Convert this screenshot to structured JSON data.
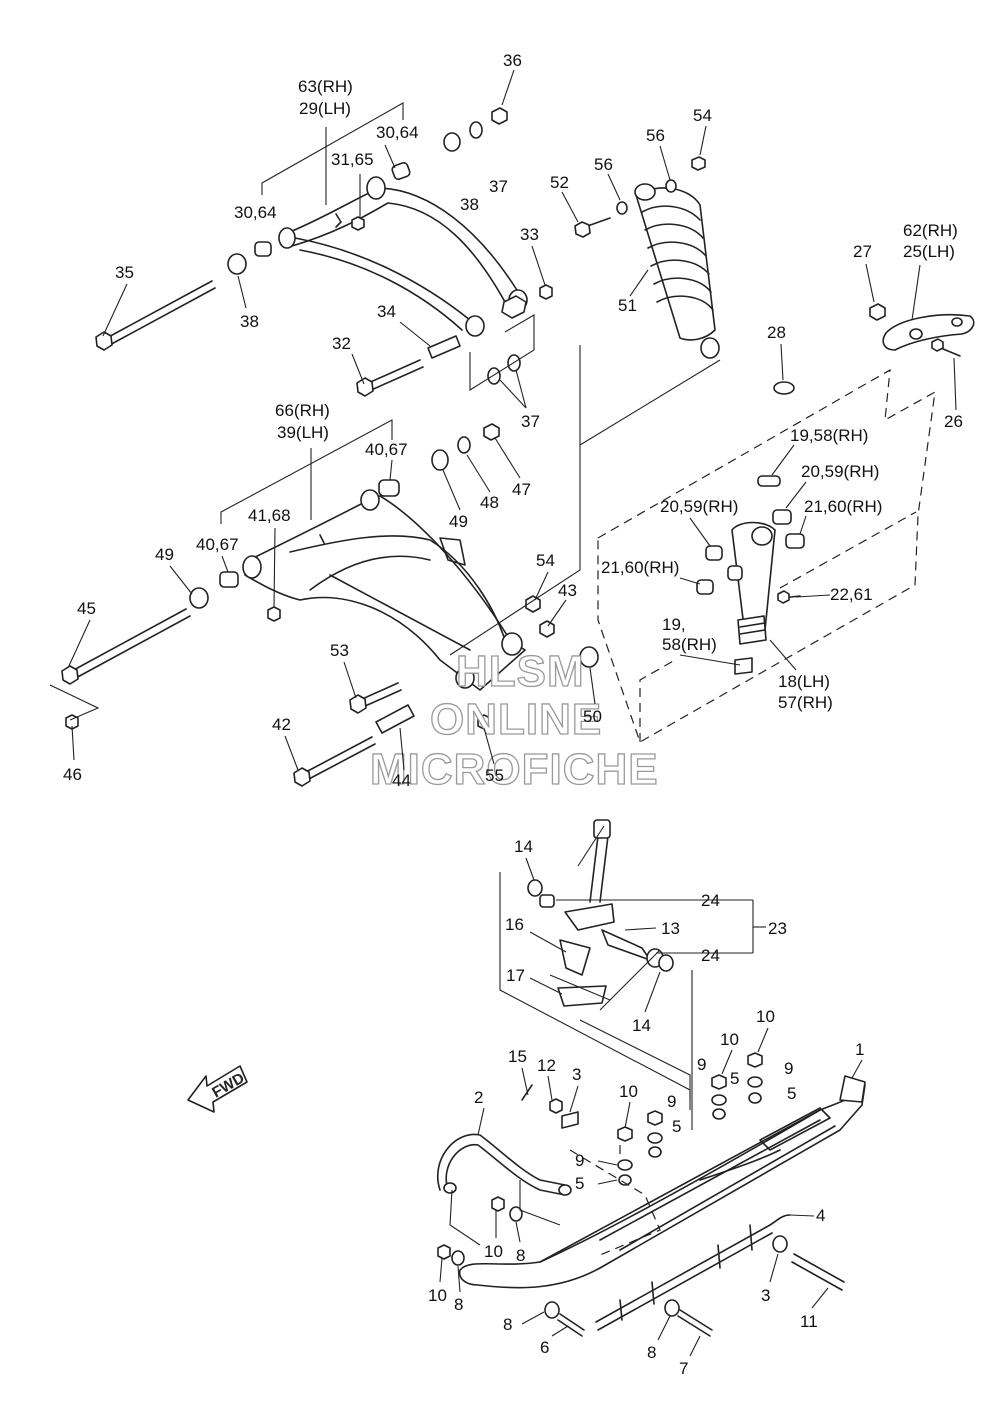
{
  "watermark": {
    "line1": "HLSM",
    "line2": "ONLINE",
    "line3": "MICROFICHE"
  },
  "direction": {
    "label": "FWD",
    "icon": "fwd-arrow-icon"
  },
  "callouts": [
    {
      "id": "c36",
      "text": "36"
    },
    {
      "id": "c63",
      "text": "63(RH)"
    },
    {
      "id": "c29",
      "text": "29(LH)"
    },
    {
      "id": "c3064a",
      "text": "30,64"
    },
    {
      "id": "c3165",
      "text": "31,65"
    },
    {
      "id": "c3064b",
      "text": "30,64"
    },
    {
      "id": "c38a",
      "text": "38"
    },
    {
      "id": "c37a",
      "text": "37"
    },
    {
      "id": "c54a",
      "text": "54"
    },
    {
      "id": "c56a",
      "text": "56"
    },
    {
      "id": "c56b",
      "text": "56"
    },
    {
      "id": "c52",
      "text": "52"
    },
    {
      "id": "c33",
      "text": "33"
    },
    {
      "id": "c35",
      "text": "35"
    },
    {
      "id": "c38b",
      "text": "38"
    },
    {
      "id": "c34",
      "text": "34"
    },
    {
      "id": "c32",
      "text": "32"
    },
    {
      "id": "c51",
      "text": "51"
    },
    {
      "id": "c37b",
      "text": "37"
    },
    {
      "id": "c27",
      "text": "27"
    },
    {
      "id": "c62",
      "text": "62(RH)"
    },
    {
      "id": "c25",
      "text": "25(LH)"
    },
    {
      "id": "c28",
      "text": "28"
    },
    {
      "id": "c26",
      "text": "26"
    },
    {
      "id": "c66",
      "text": "66(RH)"
    },
    {
      "id": "c39",
      "text": "39(LH)"
    },
    {
      "id": "c4067a",
      "text": "40,67"
    },
    {
      "id": "c1958a",
      "text": "19,58(RH)"
    },
    {
      "id": "c2059a",
      "text": "20,59(RH)"
    },
    {
      "id": "c47",
      "text": "47"
    },
    {
      "id": "c48",
      "text": "48"
    },
    {
      "id": "c49a",
      "text": "49"
    },
    {
      "id": "c2059b",
      "text": "20,59(RH)"
    },
    {
      "id": "c2160a",
      "text": "21,60(RH)"
    },
    {
      "id": "c4168",
      "text": "41,68"
    },
    {
      "id": "c4067b",
      "text": "40,67"
    },
    {
      "id": "c49b",
      "text": "49"
    },
    {
      "id": "c2160b",
      "text": "21,60(RH)"
    },
    {
      "id": "c54b",
      "text": "54"
    },
    {
      "id": "c43",
      "text": "43"
    },
    {
      "id": "c2261",
      "text": "22,61"
    },
    {
      "id": "c45",
      "text": "45"
    },
    {
      "id": "c19b",
      "text": "19,"
    },
    {
      "id": "c58b",
      "text": "58(RH)"
    },
    {
      "id": "c53",
      "text": "53"
    },
    {
      "id": "c18",
      "text": "18(LH)"
    },
    {
      "id": "c57",
      "text": "57(RH)"
    },
    {
      "id": "c50",
      "text": "50"
    },
    {
      "id": "c42",
      "text": "42"
    },
    {
      "id": "c46",
      "text": "46"
    },
    {
      "id": "c44",
      "text": "44"
    },
    {
      "id": "c55",
      "text": "55"
    },
    {
      "id": "c14a",
      "text": "14"
    },
    {
      "id": "c24a",
      "text": "24"
    },
    {
      "id": "c16",
      "text": "16"
    },
    {
      "id": "c13",
      "text": "13"
    },
    {
      "id": "c23",
      "text": "23"
    },
    {
      "id": "c24b",
      "text": "24"
    },
    {
      "id": "c17",
      "text": "17"
    },
    {
      "id": "c14b",
      "text": "14"
    },
    {
      "id": "c10a",
      "text": "10"
    },
    {
      "id": "c10b",
      "text": "10"
    },
    {
      "id": "c1",
      "text": "1"
    },
    {
      "id": "c9a",
      "text": "9"
    },
    {
      "id": "c9b",
      "text": "9"
    },
    {
      "id": "c15",
      "text": "15"
    },
    {
      "id": "c12",
      "text": "12"
    },
    {
      "id": "c3a",
      "text": "3"
    },
    {
      "id": "c5a",
      "text": "5"
    },
    {
      "id": "c5b",
      "text": "5"
    },
    {
      "id": "c10c",
      "text": "10"
    },
    {
      "id": "c9c",
      "text": "9"
    },
    {
      "id": "c2",
      "text": "2"
    },
    {
      "id": "c5c",
      "text": "5"
    },
    {
      "id": "c9d",
      "text": "9"
    },
    {
      "id": "c5d",
      "text": "5"
    },
    {
      "id": "c4",
      "text": "4"
    },
    {
      "id": "c10d",
      "text": "10"
    },
    {
      "id": "c8a",
      "text": "8"
    },
    {
      "id": "c3b",
      "text": "3"
    },
    {
      "id": "c10e",
      "text": "10"
    },
    {
      "id": "c8b",
      "text": "8"
    },
    {
      "id": "c11",
      "text": "11"
    },
    {
      "id": "c8c",
      "text": "8"
    },
    {
      "id": "c6",
      "text": "6"
    },
    {
      "id": "c8d",
      "text": "8"
    },
    {
      "id": "c7",
      "text": "7"
    }
  ]
}
